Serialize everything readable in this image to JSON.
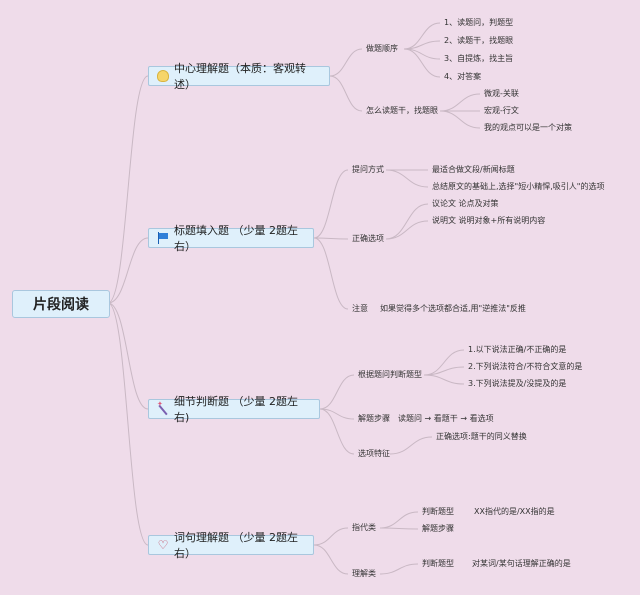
{
  "root": {
    "label": "片段阅读"
  },
  "topics": [
    {
      "label": "中心理解题（本质：客观转述）",
      "icon": "lightbulb-icon",
      "children": [
        {
          "label": "做题顺序",
          "items": [
            "1、读题问，判题型",
            "2、读题干，找题眼",
            "3、自提炼，找主旨",
            "4、对答案"
          ]
        },
        {
          "label": "怎么读题干，找题眼",
          "items": [
            "微观-关联",
            "宏观-行文",
            "我的观点可以是一个对策"
          ]
        }
      ]
    },
    {
      "label": "标题填入题 （少量 2题左右）",
      "icon": "flag-icon",
      "children": [
        {
          "label": "提问方式",
          "items": [
            "最适合做文段/新闻标题",
            "总结原文的基础上,选择\"短小精悍,吸引人\"的选项"
          ]
        },
        {
          "label": "正确选项",
          "items": [
            "议论文  论点及对策",
            "说明文  说明对象+所有说明内容"
          ]
        },
        {
          "label": "注意",
          "text": "如果觉得多个选项都合适,用\"逆推法\"反推"
        }
      ]
    },
    {
      "label": "细节判断题  （少量 2题左右)",
      "icon": "magic-wand-icon",
      "children": [
        {
          "label": "根据题问判断题型",
          "items": [
            "1.以下说法正确/不正确的是",
            "2.下列说法符合/不符合文意的是",
            "3.下列说法提及/没提及的是"
          ]
        },
        {
          "label": "解题步骤",
          "text": "读题问 → 看题干 → 看选项"
        },
        {
          "label": "选项特征",
          "items": [
            "正确选项:题干的同义替换"
          ]
        }
      ]
    },
    {
      "label": "词句理解题  （少量 2题左右）",
      "icon": "heart-icon",
      "children": [
        {
          "label": "指代类",
          "items": [
            "判断题型",
            "解题步骤"
          ],
          "detail": "XX指代的是/XX指的是"
        },
        {
          "label": "理解类",
          "items": [
            "判断题型"
          ],
          "detail": "对某词/某句话理解正确的是"
        }
      ]
    }
  ]
}
